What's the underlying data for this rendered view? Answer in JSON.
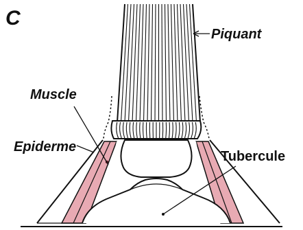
{
  "panel_letter": "C",
  "labels": {
    "piquant": "Piquant",
    "muscle": "Muscle",
    "epiderme": "Epiderme",
    "tubercule": "Tubercule"
  },
  "colors": {
    "ink": "#111111",
    "muscle_fill": "#e8aab3",
    "background": "#ffffff"
  }
}
